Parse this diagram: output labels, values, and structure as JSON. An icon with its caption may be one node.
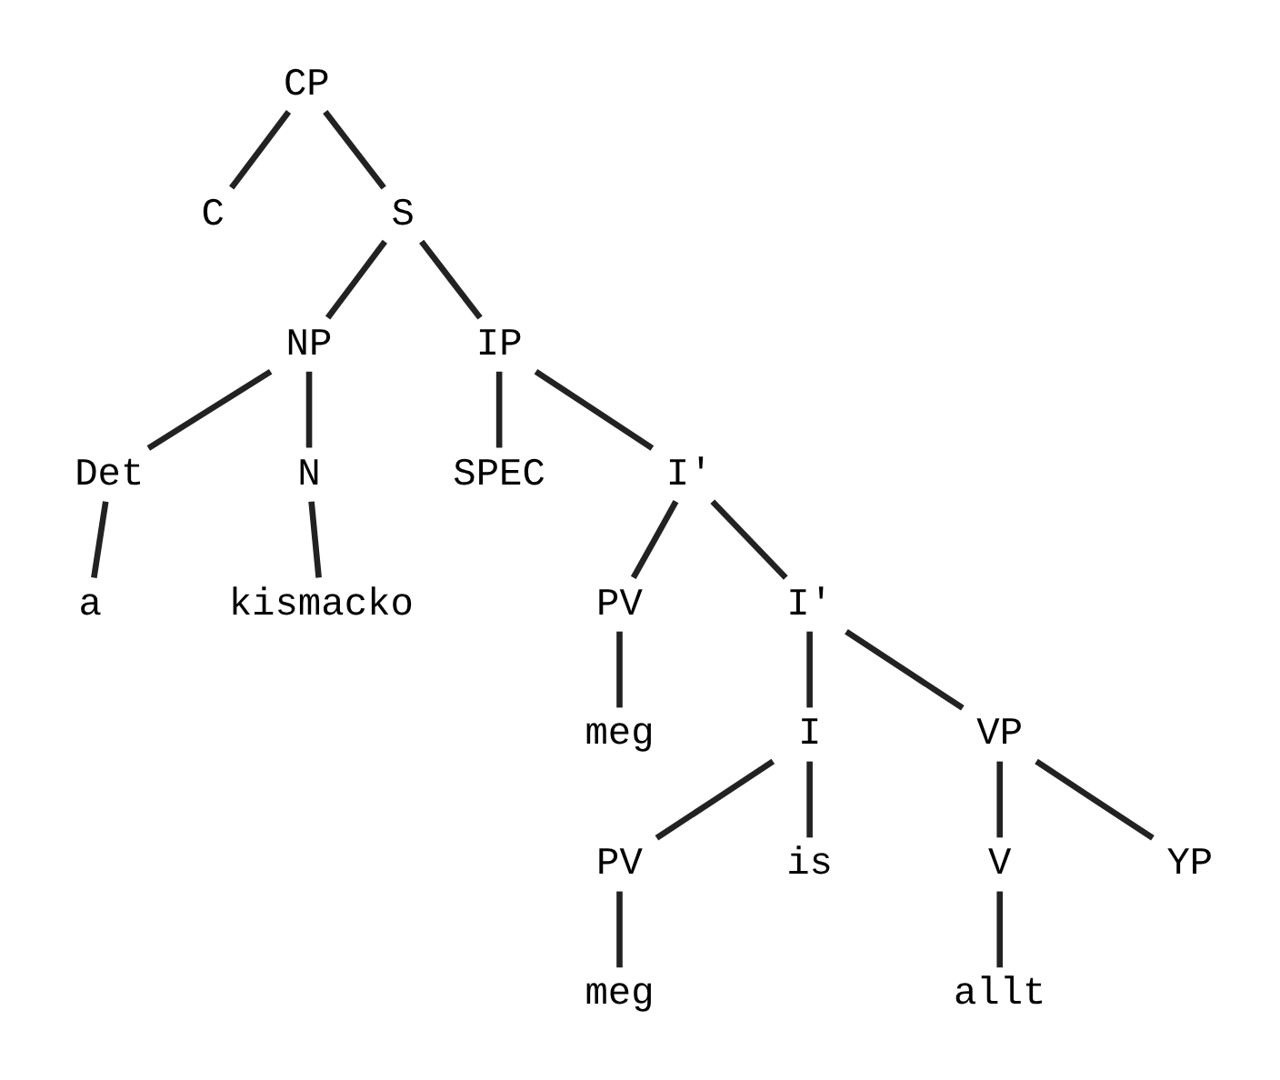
{
  "diagram": {
    "nodes": [
      {
        "text": [
          "CP"
        ]
      },
      {
        "text": [
          "C"
        ]
      },
      {
        "text": [
          "S"
        ]
      },
      {
        "text": [
          "NP"
        ]
      },
      {
        "text": [
          "IP"
        ]
      },
      {
        "text": [
          "Det"
        ]
      },
      {
        "text": [
          "N"
        ]
      },
      {
        "text": [
          "SPEC"
        ]
      },
      {
        "text": [
          "I'"
        ]
      },
      {
        "text": [
          "a"
        ]
      },
      {
        "text": [
          "kismacko"
        ]
      },
      {
        "text": [
          "PV"
        ]
      },
      {
        "text": [
          "I'"
        ]
      },
      {
        "text": [
          "meg"
        ]
      },
      {
        "text": [
          "I"
        ]
      },
      {
        "text": [
          "VP"
        ]
      },
      {
        "text": [
          "PV"
        ]
      },
      {
        "text": [
          "is"
        ]
      },
      {
        "text": [
          "V"
        ]
      },
      {
        "text": [
          "YP"
        ]
      },
      {
        "text": [
          "meg"
        ]
      },
      {
        "text": [
          "allt"
        ]
      }
    ],
    "edges": [
      {
        "from": 0,
        "to": 1,
        "arrow": "none"
      },
      {
        "from": 0,
        "to": 2,
        "arrow": "none"
      },
      {
        "from": 2,
        "to": 3,
        "arrow": "none"
      },
      {
        "from": 2,
        "to": 4,
        "arrow": "none"
      },
      {
        "from": 3,
        "to": 5,
        "arrow": "none"
      },
      {
        "from": 3,
        "to": 6,
        "arrow": "none"
      },
      {
        "from": 4,
        "to": 7,
        "arrow": "none"
      },
      {
        "from": 4,
        "to": 8,
        "arrow": "none"
      },
      {
        "from": 5,
        "to": 9,
        "arrow": "none"
      },
      {
        "from": 6,
        "to": 10,
        "arrow": "none"
      },
      {
        "from": 8,
        "to": 11,
        "arrow": "none"
      },
      {
        "from": 8,
        "to": 12,
        "arrow": "none"
      },
      {
        "from": 11,
        "to": 13,
        "arrow": "none"
      },
      {
        "from": 12,
        "to": 14,
        "arrow": "none"
      },
      {
        "from": 12,
        "to": 15,
        "arrow": "none"
      },
      {
        "from": 14,
        "to": 16,
        "arrow": "none"
      },
      {
        "from": 14,
        "to": 17,
        "arrow": "none"
      },
      {
        "from": 15,
        "to": 18,
        "arrow": "none"
      },
      {
        "from": 15,
        "to": 19,
        "arrow": "none"
      },
      {
        "from": 16,
        "to": 20,
        "arrow": "none"
      },
      {
        "from": 18,
        "to": 21,
        "arrow": "none"
      }
    ]
  }
}
